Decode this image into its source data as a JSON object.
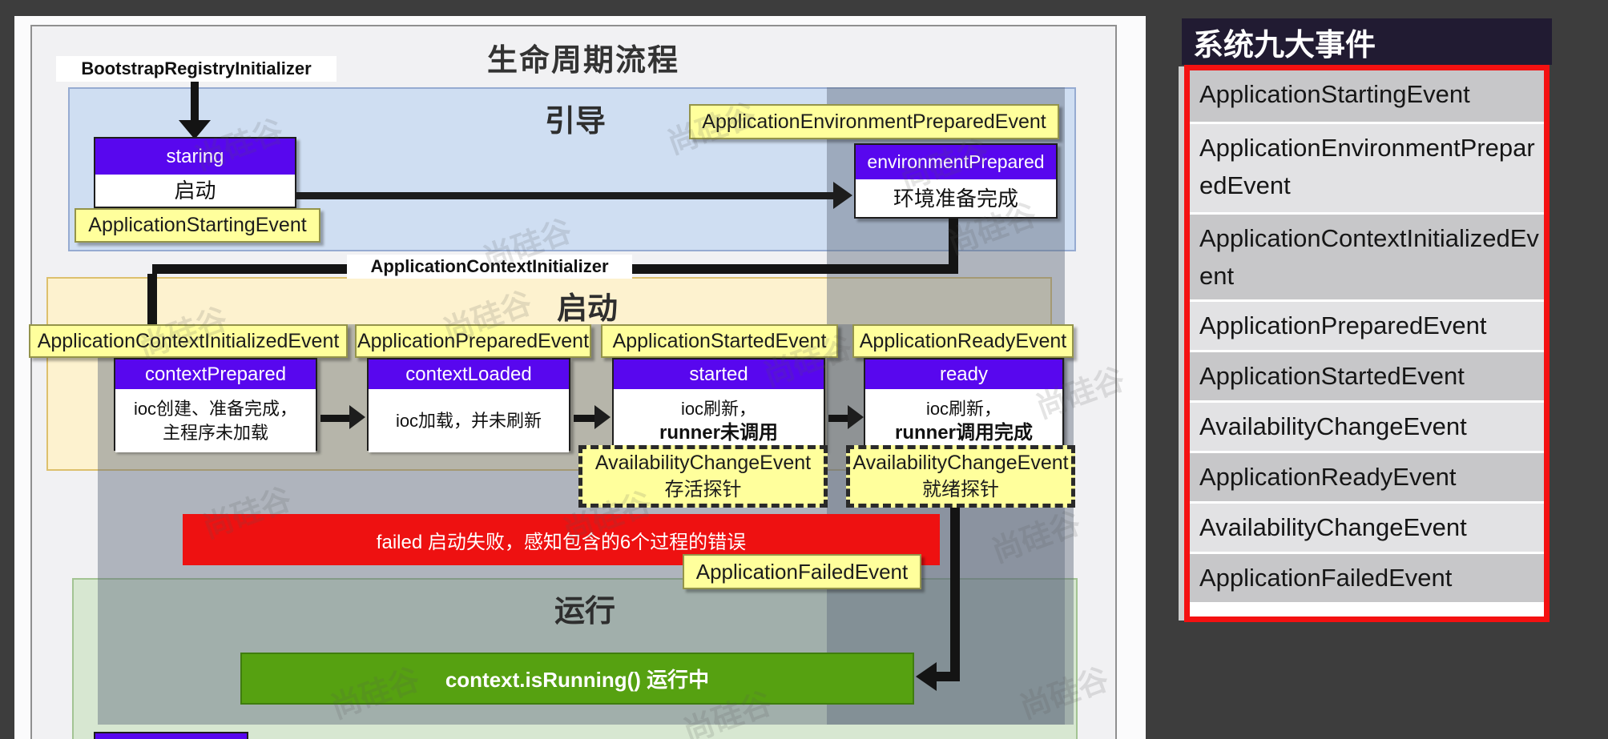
{
  "watermark_text": "尚硅谷",
  "diagram": {
    "title": "生命周期流程",
    "bootstrap_initializer_label": "BootstrapRegistryInitializer",
    "context_initializer_label": "ApplicationContextInitializer",
    "sections": {
      "bootstrap": "引导",
      "startup": "启动",
      "running": "运行"
    },
    "staring": {
      "event": "ApplicationStartingEvent",
      "header": "staring",
      "body": "启动"
    },
    "env": {
      "event": "ApplicationEnvironmentPreparedEvent",
      "header": "environmentPrepared",
      "body": "环境准备完成"
    },
    "stages": [
      {
        "event": "ApplicationContextInitializedEvent",
        "header": "contextPrepared",
        "line1": "ioc创建、准备完成，",
        "line2": "主程序未加载"
      },
      {
        "event": "ApplicationPreparedEvent",
        "header": "contextLoaded",
        "line1": "ioc加载，并未刷新",
        "line2": ""
      },
      {
        "event": "ApplicationStartedEvent",
        "header": "started",
        "line1": "ioc刷新，",
        "line2": "runner未调用"
      },
      {
        "event": "ApplicationReadyEvent",
        "header": "ready",
        "line1": "ioc刷新，",
        "line2": "runner调用完成"
      }
    ],
    "probes": [
      {
        "line1": "AvailabilityChangeEvent",
        "line2": "存活探针"
      },
      {
        "line1": "AvailabilityChangeEvent",
        "line2": "就绪探针"
      }
    ],
    "failed_bar_text": "failed  启动失败，感知包含的6个过程的错误",
    "failed_event": "ApplicationFailedEvent",
    "running_box_text": "context.isRunning()  运行中"
  },
  "panel": {
    "title": "系统九大事件",
    "rows": [
      "ApplicationStartingEvent",
      "ApplicationEnvironmentPreparedEvent",
      "ApplicationContextInitializedEvent",
      "ApplicationPreparedEvent",
      "ApplicationStartedEvent",
      "AvailabilityChangeEvent",
      "ApplicationReadyEvent",
      "AvailabilityChangeEvent",
      "ApplicationFailedEvent"
    ]
  },
  "colors": {
    "page_background": "#3d3d3d",
    "purple_header": "#5807ee",
    "yellow_label": "#ffff9c",
    "blue_section": "#cfdef2",
    "cream_section": "#fdf2cf",
    "green_section": "#d7e7d1",
    "gray_overlay": "rgba(96,106,124,0.45)",
    "failed_red": "#ee1111",
    "running_green": "#56a111",
    "panel_title_bg": "#211b32",
    "panel_border_red": "#f41111",
    "row_dark": "#c7c7c9",
    "row_light": "#e2e2e4"
  }
}
